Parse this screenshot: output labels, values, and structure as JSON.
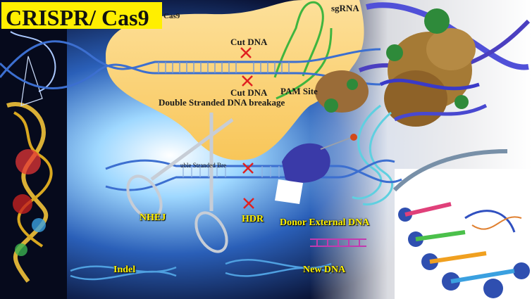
{
  "title": "CRISPR/ Cas9",
  "labels": {
    "cas9": "Cas9",
    "sgrna": "sgRNA",
    "cut_dna_top": "Cut DNA",
    "cut_dna_bottom": "Cut DNA",
    "pam_site": "PAM Site",
    "ds_breakage": "Double Stranded DNA breakage",
    "ds_break_small": "uble Stranded Bre",
    "nhej": "NHEJ",
    "hdr": "HDR",
    "donor": "Donor External DNA",
    "indel": "Indel",
    "new_dna": "New DNA"
  },
  "colors": {
    "title_bg": "#ffef00",
    "cas9_blob": "#fcd26a",
    "label_yellow": "#fff200",
    "cut_mark": "#e02020",
    "dna_blue": "#3c6fd0",
    "sgrna_green": "#3fb53f"
  }
}
